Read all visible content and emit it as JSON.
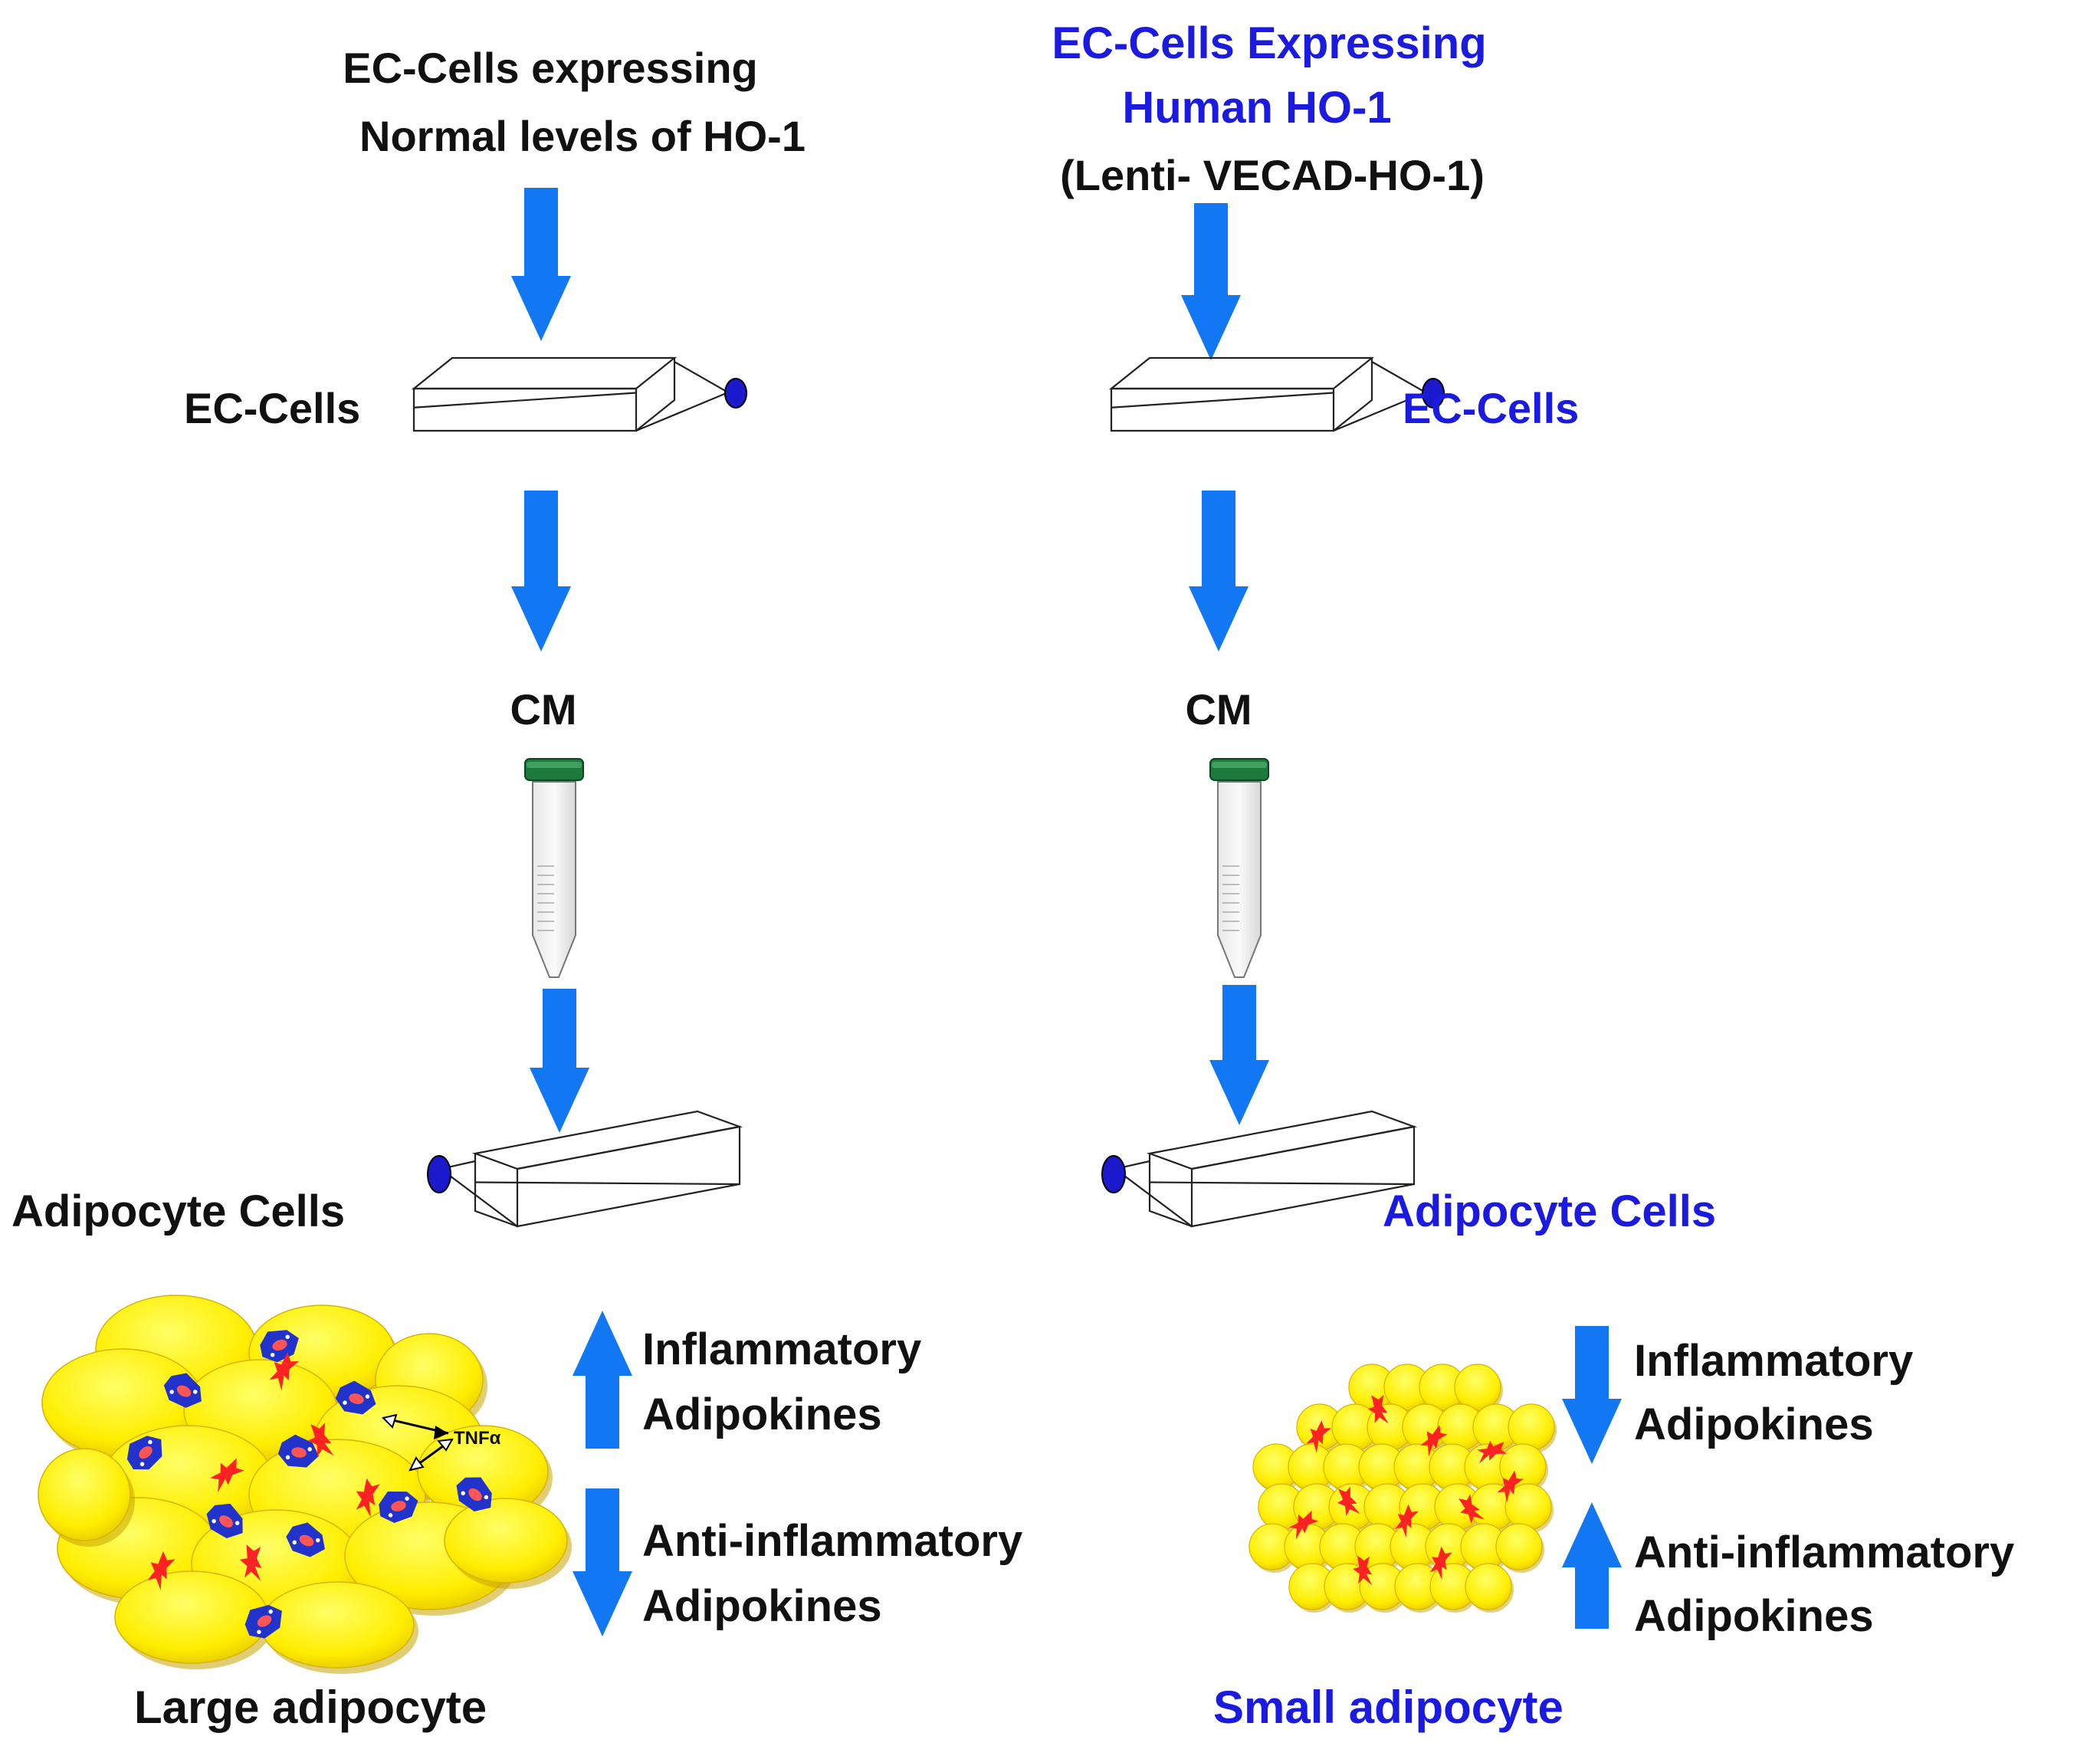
{
  "colors": {
    "blue_text": "#1a1ae0",
    "black_text": "#111111",
    "arrow_blue": "#1177f2",
    "flask_cap": "#1a1acc",
    "tube_cap": "#1e7a3c",
    "adipocyte_fill": "#ffee00",
    "macrophage_blue": "#2233cc",
    "macrophage_red": "#ff2222"
  },
  "left": {
    "title_line1": "EC-Cells expressing",
    "title_line2": "Normal levels of HO-1",
    "ec_cells_label": "EC-Cells",
    "cm_label": "CM",
    "adipocyte_cells_label": "Adipocyte Cells",
    "up_effect_line1": "Inflammatory",
    "up_effect_line2": "Adipokines",
    "down_effect_line1": "Anti-inflammatory",
    "down_effect_line2": "Adipokines",
    "tnf_label": "TNFα",
    "result_label": "Large adipocyte"
  },
  "right": {
    "title_line1": "EC-Cells Expressing",
    "title_line2": "Human HO-1",
    "title_line3": "(Lenti- VECAD-HO-1)",
    "ec_cells_label": "EC-Cells",
    "cm_label": "CM",
    "adipocyte_cells_label": "Adipocyte Cells",
    "down_effect_line1": "Inflammatory",
    "down_effect_line2": "Adipokines",
    "up_effect_line1": "Anti-inflammatory",
    "up_effect_line2": "Adipokines",
    "result_label": "Small adipocyte"
  }
}
